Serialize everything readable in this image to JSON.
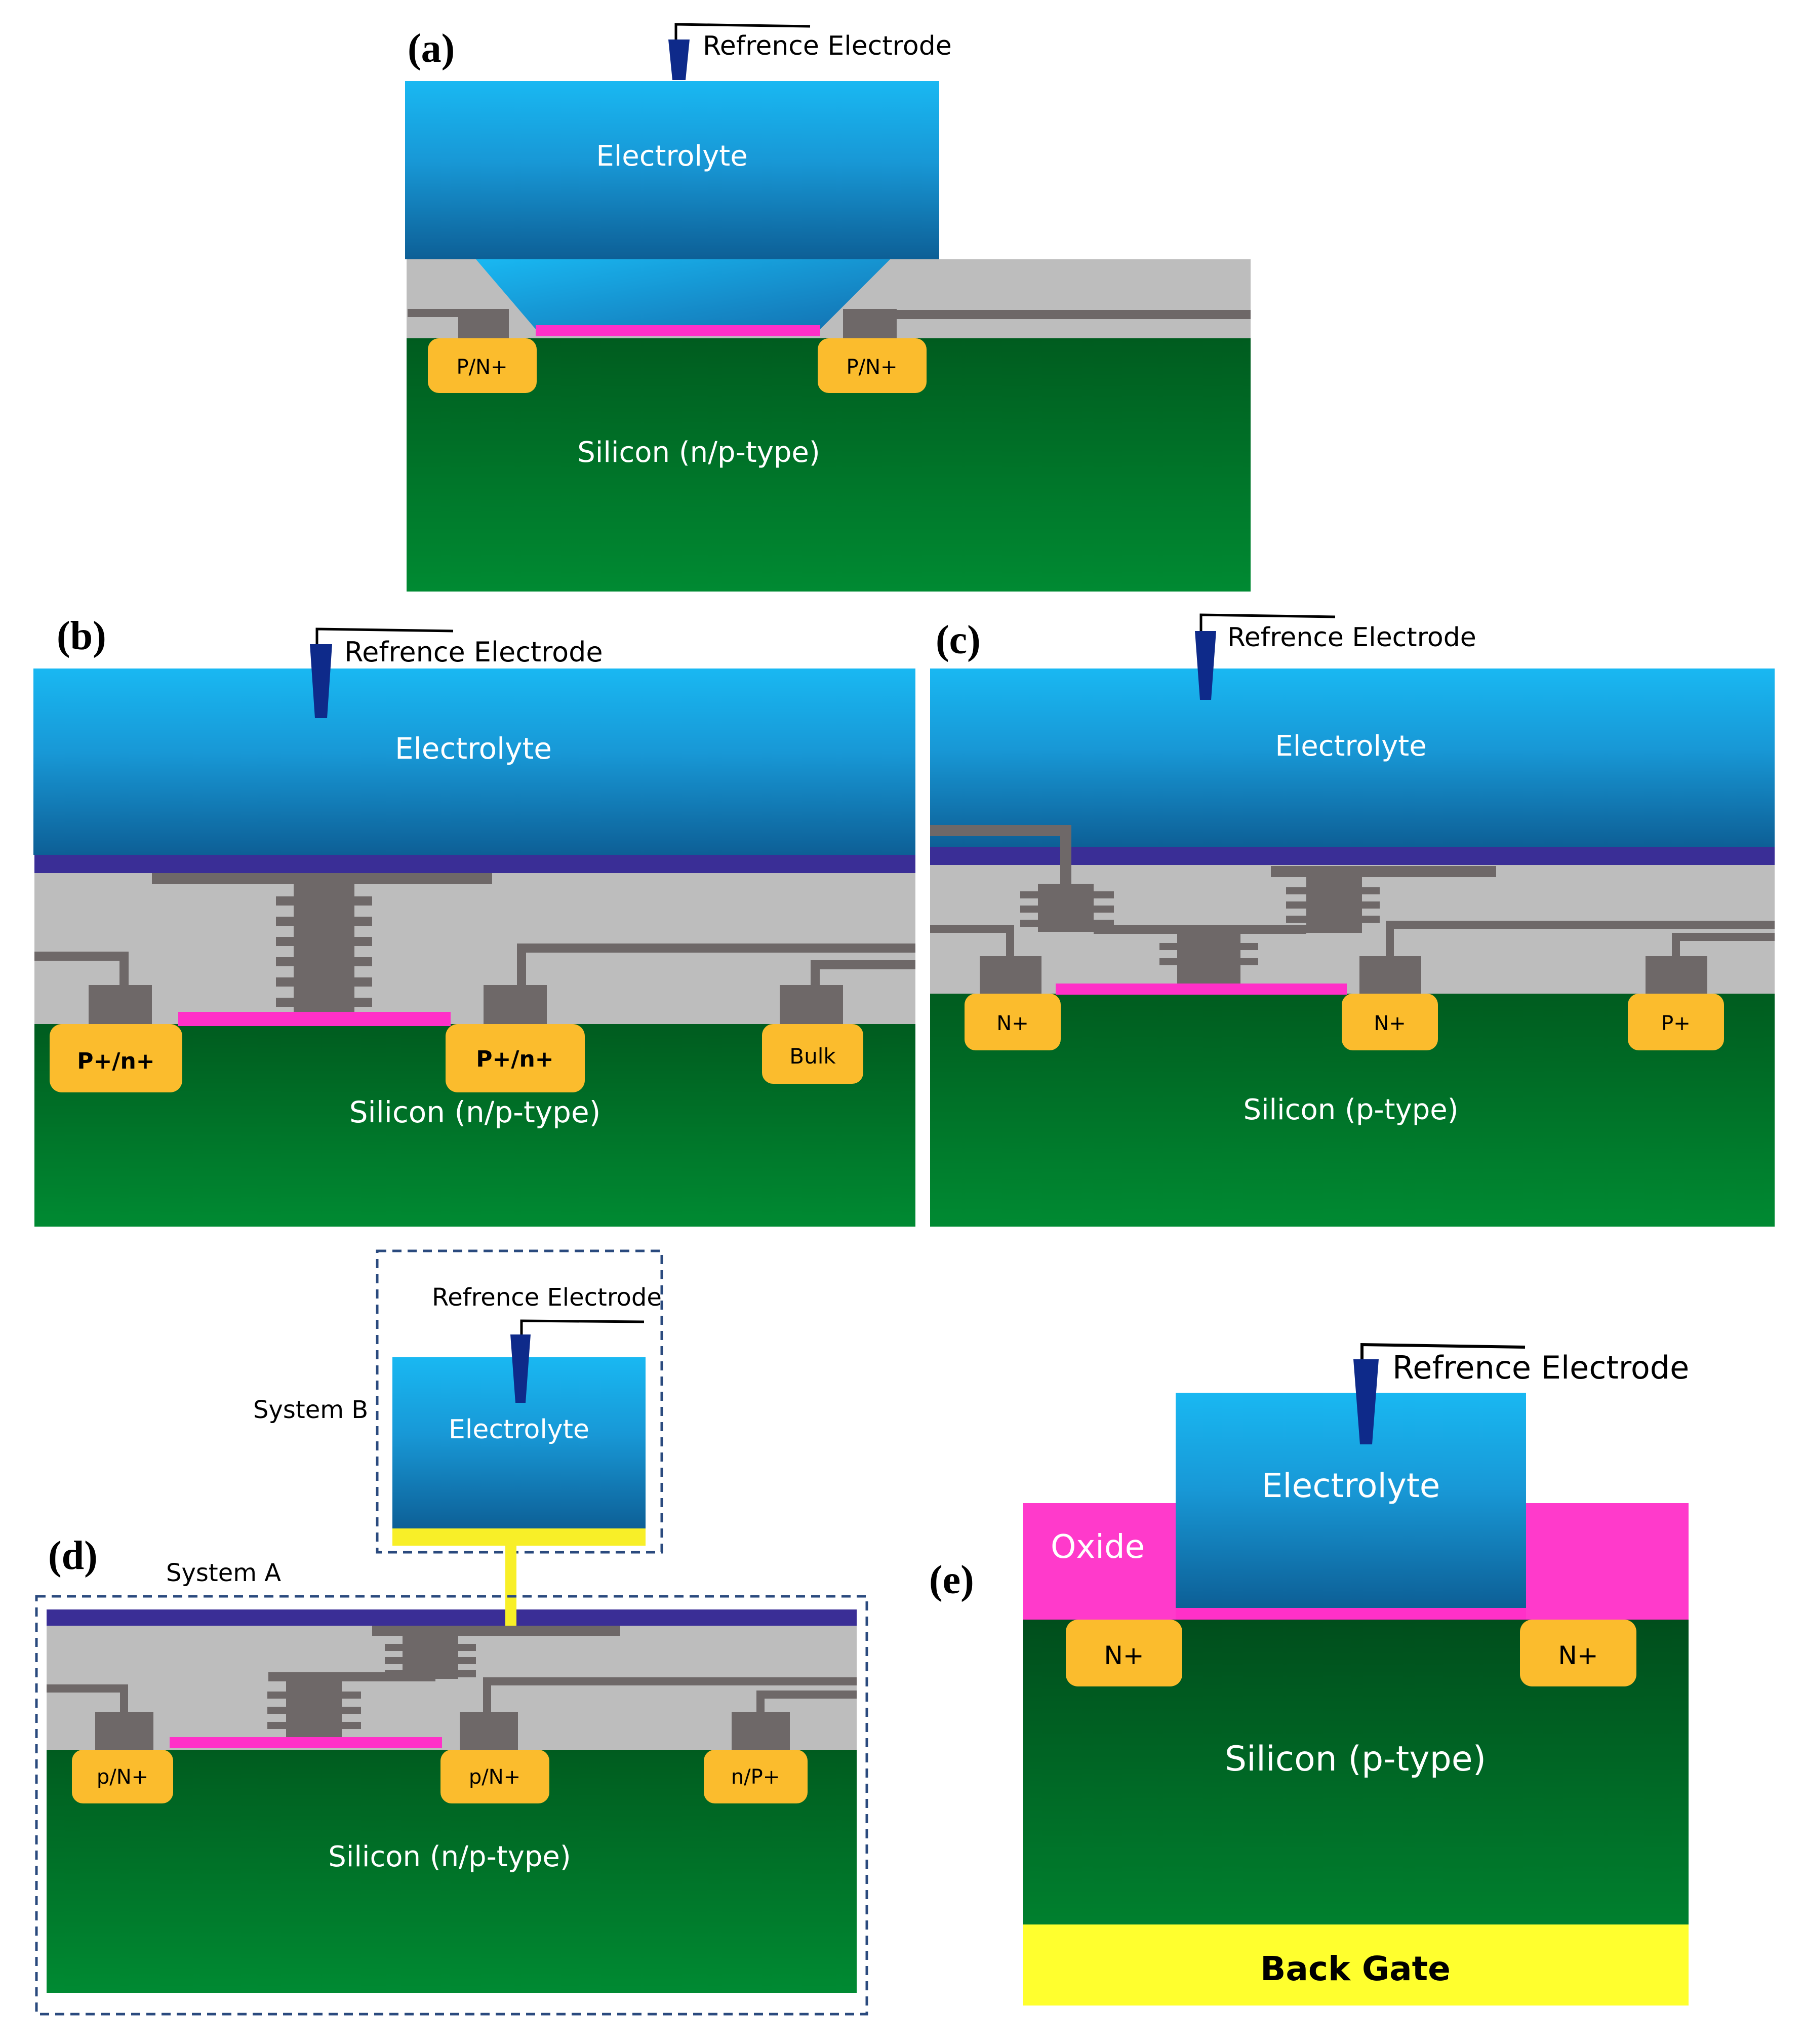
{
  "colors": {
    "electrolyte_top": "#19b8f2",
    "electrolyte_bottom": "#0d5f96",
    "silicon_top": "#005c1f",
    "silicon_bottom": "#008a32",
    "oxide_gray": "#bdbdbd",
    "metal": "#6e6868",
    "doped_region": "#fbbc2d",
    "gate_film": "#ff30c8",
    "passivation": "#3a2e96",
    "electrode": "#0e2a8a",
    "connector": "#f8ef28",
    "back_gate": "#ffff2e",
    "oxide_pink": "#ff3acb",
    "dash_border": "#2a4a7e"
  },
  "panel_a": {
    "letter": "(a)",
    "electrode_label": "Refrence Electrode",
    "electrolyte_label": "Electrolyte",
    "left_region": "P/N+",
    "right_region": "P/N+",
    "silicon_label": "Silicon (n/p-type)"
  },
  "panel_b": {
    "letter": "(b)",
    "electrode_label": "Refrence Electrode",
    "electrolyte_label": "Electrolyte",
    "left_region": "P+/n+",
    "mid_region": "P+/n+",
    "bulk_region": "Bulk",
    "silicon_label": "Silicon (n/p-type)"
  },
  "panel_c": {
    "letter": "(c)",
    "electrode_label": "Refrence Electrode",
    "electrolyte_label": "Electrolyte",
    "left_region": "N+",
    "mid_region": "N+",
    "right_region": "P+",
    "silicon_label": "Silicon (p-type)"
  },
  "panel_d": {
    "letter": "(d)",
    "system_b_label": "System B",
    "system_a_label": "System A",
    "electrode_label": "Refrence Electrode",
    "electrolyte_label": "Electrolyte",
    "left_region": "p/N+",
    "mid_region": "p/N+",
    "right_region": "n/P+",
    "silicon_label": "Silicon (n/p-type)"
  },
  "panel_e": {
    "letter": "(e)",
    "electrode_label": "Refrence Electrode",
    "electrolyte_label": "Electrolyte",
    "oxide_label": "Oxide",
    "left_region": "N+",
    "right_region": "N+",
    "silicon_label": "Silicon (p-type)",
    "back_gate_label": "Back Gate"
  }
}
